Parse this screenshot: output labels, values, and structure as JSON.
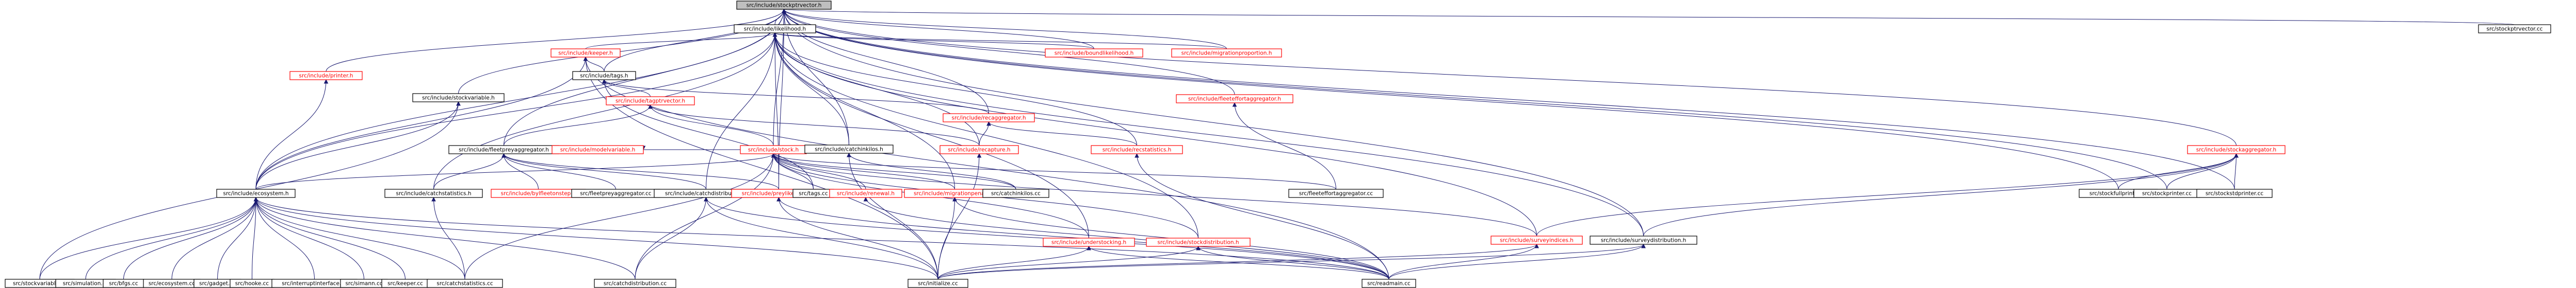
{
  "colors": {
    "edge": "#191970",
    "node_border": "#000000",
    "node_border_red": "#ff0000",
    "root_fill": "#bfbfbf",
    "node_fill": "#ffffff",
    "text_black": "#000000",
    "text_red": "#ff0000"
  },
  "nodes": [
    {
      "id": "root",
      "label": "src/include/stockptrvector.h",
      "style": "root"
    },
    {
      "id": "likelihood",
      "label": "src/include/likelihood.h",
      "style": "black"
    },
    {
      "id": "stockptrvector_cc",
      "label": "src/stockptrvector.cc",
      "style": "black"
    },
    {
      "id": "keeper",
      "label": "src/include/keeper.h",
      "style": "red"
    },
    {
      "id": "printer",
      "label": "src/include/printer.h",
      "style": "red"
    },
    {
      "id": "boundlikelihood",
      "label": "src/include/boundlikelihood.h",
      "style": "red"
    },
    {
      "id": "migrationproportion",
      "label": "src/include/migrationproportion.h",
      "style": "red"
    },
    {
      "id": "tags",
      "label": "src/include/tags.h",
      "style": "black"
    },
    {
      "id": "fleeteffortaggregator",
      "label": "src/include/fleeteffortaggregator.h",
      "style": "red"
    },
    {
      "id": "stockvariable",
      "label": "src/include/stockvariable.h",
      "style": "black"
    },
    {
      "id": "tagptrvector",
      "label": "src/include/tagptrvector.h",
      "style": "red"
    },
    {
      "id": "recaggregator",
      "label": "src/include/recaggregator.h",
      "style": "red"
    },
    {
      "id": "fleetpreyaggregator",
      "label": "src/include/fleetpreyaggregator.h",
      "style": "black"
    },
    {
      "id": "modelvariable",
      "label": "src/include/modelvariable.h",
      "style": "red"
    },
    {
      "id": "stock",
      "label": "src/include/stock.h",
      "style": "red"
    },
    {
      "id": "catchinkilos",
      "label": "src/include/catchinkilos.h",
      "style": "black"
    },
    {
      "id": "recapture",
      "label": "src/include/recapture.h",
      "style": "red"
    },
    {
      "id": "recstatistics",
      "label": "src/include/recstatistics.h",
      "style": "red"
    },
    {
      "id": "stockaggregator",
      "label": "src/include/stockaggregator.h",
      "style": "red"
    },
    {
      "id": "ecosystem",
      "label": "src/include/ecosystem.h",
      "style": "black"
    },
    {
      "id": "catchstatistics",
      "label": "src/include/catchstatistics.h",
      "style": "black"
    },
    {
      "id": "bylfleetonstep",
      "label": "src/include/bylfleetonstep.h",
      "style": "red"
    },
    {
      "id": "fleetpreyaggregator_cc",
      "label": "src/fleetpreyaggregator.cc",
      "style": "black"
    },
    {
      "id": "catchdistribution",
      "label": "src/include/catchdistribution.h",
      "style": "black"
    },
    {
      "id": "preyatlikelihood",
      "label": "src/include/preylikelihood.h",
      "style": "red"
    },
    {
      "id": "tags_cc",
      "label": "src/tags.cc",
      "style": "black"
    },
    {
      "id": "renewal",
      "label": "src/include/renewal.h",
      "style": "red"
    },
    {
      "id": "migrationpenalty",
      "label": "src/include/migrationpenalty.h",
      "style": "red"
    },
    {
      "id": "catchinkilos_cc",
      "label": "src/catchinkilos.cc",
      "style": "black"
    },
    {
      "id": "understocking",
      "label": "src/include/understocking.h",
      "style": "red"
    },
    {
      "id": "stockdistribution",
      "label": "src/include/stockdistribution.h",
      "style": "red"
    },
    {
      "id": "fleeteffortaggregator_cc",
      "label": "src/fleeteffortaggregator.cc",
      "style": "black"
    },
    {
      "id": "surveyindices",
      "label": "src/include/surveyindices.h",
      "style": "red"
    },
    {
      "id": "surveydistribution",
      "label": "src/include/surveydistribution.h",
      "style": "black"
    },
    {
      "id": "stockfullprinter_cc",
      "label": "src/stockfullprinter.cc",
      "style": "black"
    },
    {
      "id": "stockprinter_cc",
      "label": "src/stockprinter.cc",
      "style": "black"
    },
    {
      "id": "stockstdprinter_cc",
      "label": "src/stockstdprinter.cc",
      "style": "black"
    },
    {
      "id": "stockvariable_cc",
      "label": "src/stockvariable.cc",
      "style": "black"
    },
    {
      "id": "simulation_cc",
      "label": "src/simulation.cc",
      "style": "black"
    },
    {
      "id": "bfgs_cc",
      "label": "src/bfgs.cc",
      "style": "black"
    },
    {
      "id": "ecosystem_cc",
      "label": "src/ecosystem.cc",
      "style": "black"
    },
    {
      "id": "gadget_cc",
      "label": "src/gadget.cc",
      "style": "black"
    },
    {
      "id": "hooke_cc",
      "label": "src/hooke.cc",
      "style": "black"
    },
    {
      "id": "interruptinterface_cc",
      "label": "src/interruptinterface.cc",
      "style": "black"
    },
    {
      "id": "simann_cc",
      "label": "src/simann.cc",
      "style": "black"
    },
    {
      "id": "keeper_cc",
      "label": "src/keeper.cc",
      "style": "black"
    },
    {
      "id": "catchstatistics_cc",
      "label": "src/catchstatistics.cc",
      "style": "black"
    },
    {
      "id": "catchdistribution_cc",
      "label": "src/catchdistribution.cc",
      "style": "black"
    },
    {
      "id": "initialize_cc",
      "label": "src/initialize.cc",
      "style": "black"
    },
    {
      "id": "readmain_cc",
      "label": "src/readmain.cc",
      "style": "black"
    }
  ],
  "edges": [
    [
      "likelihood",
      "root"
    ],
    [
      "stockptrvector_cc",
      "root"
    ],
    [
      "printer",
      "root"
    ],
    [
      "boundlikelihood",
      "root"
    ],
    [
      "migrationproportion",
      "root"
    ],
    [
      "tags",
      "root"
    ],
    [
      "fleeteffortaggregator",
      "root"
    ],
    [
      "stockvariable",
      "root"
    ],
    [
      "fleetpreyaggregator",
      "root"
    ],
    [
      "stock",
      "root"
    ],
    [
      "catchinkilos",
      "root"
    ],
    [
      "recaggregator",
      "root"
    ],
    [
      "stockaggregator",
      "root"
    ],
    [
      "ecosystem",
      "root"
    ],
    [
      "preyatlikelihood",
      "root"
    ],
    [
      "surveydistribution",
      "root"
    ],
    [
      "stockfullprinter_cc",
      "root"
    ],
    [
      "stockprinter_cc",
      "root"
    ],
    [
      "stockstdprinter_cc",
      "root"
    ],
    [
      "keeper",
      "likelihood"
    ],
    [
      "boundlikelihood",
      "likelihood"
    ],
    [
      "migrationproportion",
      "likelihood"
    ],
    [
      "catchinkilos",
      "likelihood"
    ],
    [
      "recapture",
      "likelihood"
    ],
    [
      "recstatistics",
      "likelihood"
    ],
    [
      "catchstatistics",
      "likelihood"
    ],
    [
      "catchdistribution",
      "likelihood"
    ],
    [
      "preyatlikelihood",
      "likelihood"
    ],
    [
      "migrationpenalty",
      "likelihood"
    ],
    [
      "understocking",
      "likelihood"
    ],
    [
      "stockdistribution",
      "likelihood"
    ],
    [
      "surveyindices",
      "likelihood"
    ],
    [
      "surveydistribution",
      "likelihood"
    ],
    [
      "ecosystem",
      "likelihood"
    ],
    [
      "tags",
      "keeper"
    ],
    [
      "ecosystem",
      "keeper"
    ],
    [
      "initialize_cc",
      "keeper"
    ],
    [
      "readmain_cc",
      "keeper"
    ],
    [
      "ecosystem",
      "printer"
    ],
    [
      "tagptrvector",
      "tags"
    ],
    [
      "tags_cc",
      "tags"
    ],
    [
      "recaggregator",
      "tags"
    ],
    [
      "stock",
      "tagptrvector"
    ],
    [
      "recapture",
      "tagptrvector"
    ],
    [
      "fleetpreyaggregator",
      "tagptrvector"
    ],
    [
      "recapture",
      "recaggregator"
    ],
    [
      "recstatistics",
      "recaggregator"
    ],
    [
      "stockvariable_cc",
      "stockvariable"
    ],
    [
      "ecosystem",
      "stockvariable"
    ],
    [
      "catchstatistics",
      "fleetpreyaggregator"
    ],
    [
      "bylfleetonstep",
      "fleetpreyaggregator"
    ],
    [
      "fleetpreyaggregator_cc",
      "fleetpreyaggregator"
    ],
    [
      "catchdistribution",
      "fleetpreyaggregator"
    ],
    [
      "preyatlikelihood",
      "fleetpreyaggregator"
    ],
    [
      "stock",
      "modelvariable"
    ],
    [
      "ecosystem",
      "stock"
    ],
    [
      "catchinkilos_cc",
      "catchinkilos"
    ],
    [
      "initialize_cc",
      "catchinkilos"
    ],
    [
      "renewal",
      "stock"
    ],
    [
      "migrationpenalty",
      "stock"
    ],
    [
      "tags_cc",
      "stock"
    ],
    [
      "catchinkilos_cc",
      "stock"
    ],
    [
      "understocking",
      "stock"
    ],
    [
      "stockdistribution",
      "stock"
    ],
    [
      "catchstatistics_cc",
      "stock"
    ],
    [
      "catchdistribution_cc",
      "stock"
    ],
    [
      "fleeteffortaggregator_cc",
      "stock"
    ],
    [
      "surveyindices",
      "stock"
    ],
    [
      "initialize_cc",
      "recapture"
    ],
    [
      "readmain_cc",
      "recstatistics"
    ],
    [
      "fleeteffortaggregator_cc",
      "fleeteffortaggregator"
    ],
    [
      "stockfullprinter_cc",
      "stockaggregator"
    ],
    [
      "stockprinter_cc",
      "stockaggregator"
    ],
    [
      "stockstdprinter_cc",
      "stockaggregator"
    ],
    [
      "surveyindices",
      "stockaggregator"
    ],
    [
      "surveydistribution",
      "stockaggregator"
    ],
    [
      "stockvariable_cc",
      "ecosystem"
    ],
    [
      "simulation_cc",
      "ecosystem"
    ],
    [
      "bfgs_cc",
      "ecosystem"
    ],
    [
      "ecosystem_cc",
      "ecosystem"
    ],
    [
      "gadget_cc",
      "ecosystem"
    ],
    [
      "hooke_cc",
      "ecosystem"
    ],
    [
      "interruptinterface_cc",
      "ecosystem"
    ],
    [
      "simann_cc",
      "ecosystem"
    ],
    [
      "keeper_cc",
      "ecosystem"
    ],
    [
      "catchstatistics_cc",
      "ecosystem"
    ],
    [
      "catchdistribution_cc",
      "ecosystem"
    ],
    [
      "initialize_cc",
      "ecosystem"
    ],
    [
      "readmain_cc",
      "ecosystem"
    ],
    [
      "catchstatistics_cc",
      "catchstatistics"
    ],
    [
      "catchdistribution_cc",
      "catchdistribution"
    ],
    [
      "initialize_cc",
      "catchdistribution"
    ],
    [
      "readmain_cc",
      "catchdistribution"
    ],
    [
      "initialize_cc",
      "preyatlikelihood"
    ],
    [
      "readmain_cc",
      "preyatlikelihood"
    ],
    [
      "initialize_cc",
      "understocking"
    ],
    [
      "readmain_cc",
      "understocking"
    ],
    [
      "initialize_cc",
      "stockdistribution"
    ],
    [
      "readmain_cc",
      "stockdistribution"
    ],
    [
      "initialize_cc",
      "surveyindices"
    ],
    [
      "readmain_cc",
      "surveyindices"
    ],
    [
      "initialize_cc",
      "surveydistribution"
    ],
    [
      "readmain_cc",
      "surveydistribution"
    ],
    [
      "initialize_cc",
      "migrationpenalty"
    ],
    [
      "readmain_cc",
      "migrationpenalty"
    ],
    [
      "readmain_cc",
      "renewal"
    ]
  ]
}
